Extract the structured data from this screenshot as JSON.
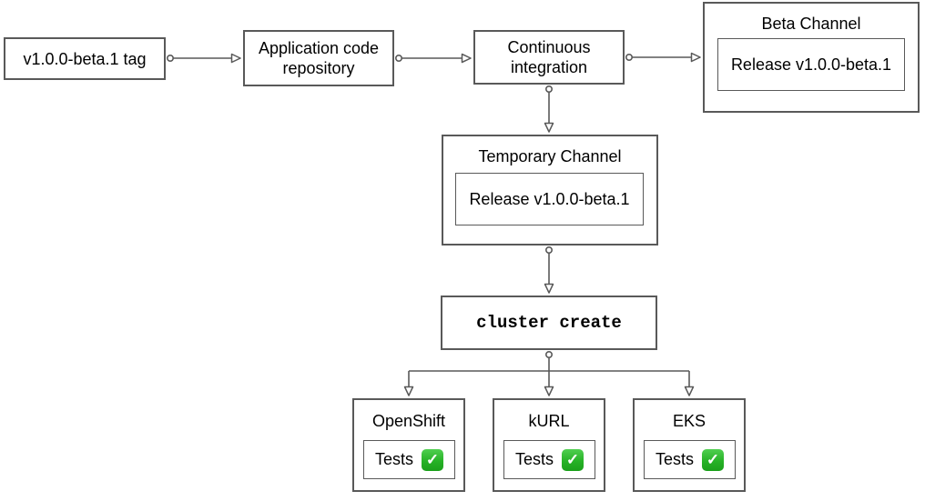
{
  "colors": {
    "border": "#595959",
    "text": "#000000",
    "background": "#ffffff",
    "check_green": "#27b227"
  },
  "nodes": {
    "tag": {
      "label": "v1.0.0-beta.1 tag"
    },
    "repository": {
      "label": "Application code repository"
    },
    "ci": {
      "label": "Continuous integration"
    },
    "beta_channel": {
      "title": "Beta Channel",
      "release": "Release v1.0.0-beta.1"
    },
    "temporary_channel": {
      "title": "Temporary Channel",
      "release": "Release v1.0.0-beta.1"
    },
    "cluster_create": {
      "label": "cluster create"
    },
    "openshift": {
      "title": "OpenShift",
      "tests_label": "Tests",
      "status_icon": "check-mark-button"
    },
    "kurl": {
      "title": "kURL",
      "tests_label": "Tests",
      "status_icon": "check-mark-button"
    },
    "eks": {
      "title": "EKS",
      "tests_label": "Tests",
      "status_icon": "check-mark-button"
    }
  },
  "icons": {
    "check_glyph": "✓"
  },
  "edges": [
    {
      "from": "tag",
      "to": "repository"
    },
    {
      "from": "repository",
      "to": "ci"
    },
    {
      "from": "ci",
      "to": "beta_channel"
    },
    {
      "from": "ci",
      "to": "temporary_channel"
    },
    {
      "from": "temporary_channel",
      "to": "cluster_create"
    },
    {
      "from": "cluster_create",
      "to": "openshift"
    },
    {
      "from": "cluster_create",
      "to": "kurl"
    },
    {
      "from": "cluster_create",
      "to": "eks"
    }
  ]
}
